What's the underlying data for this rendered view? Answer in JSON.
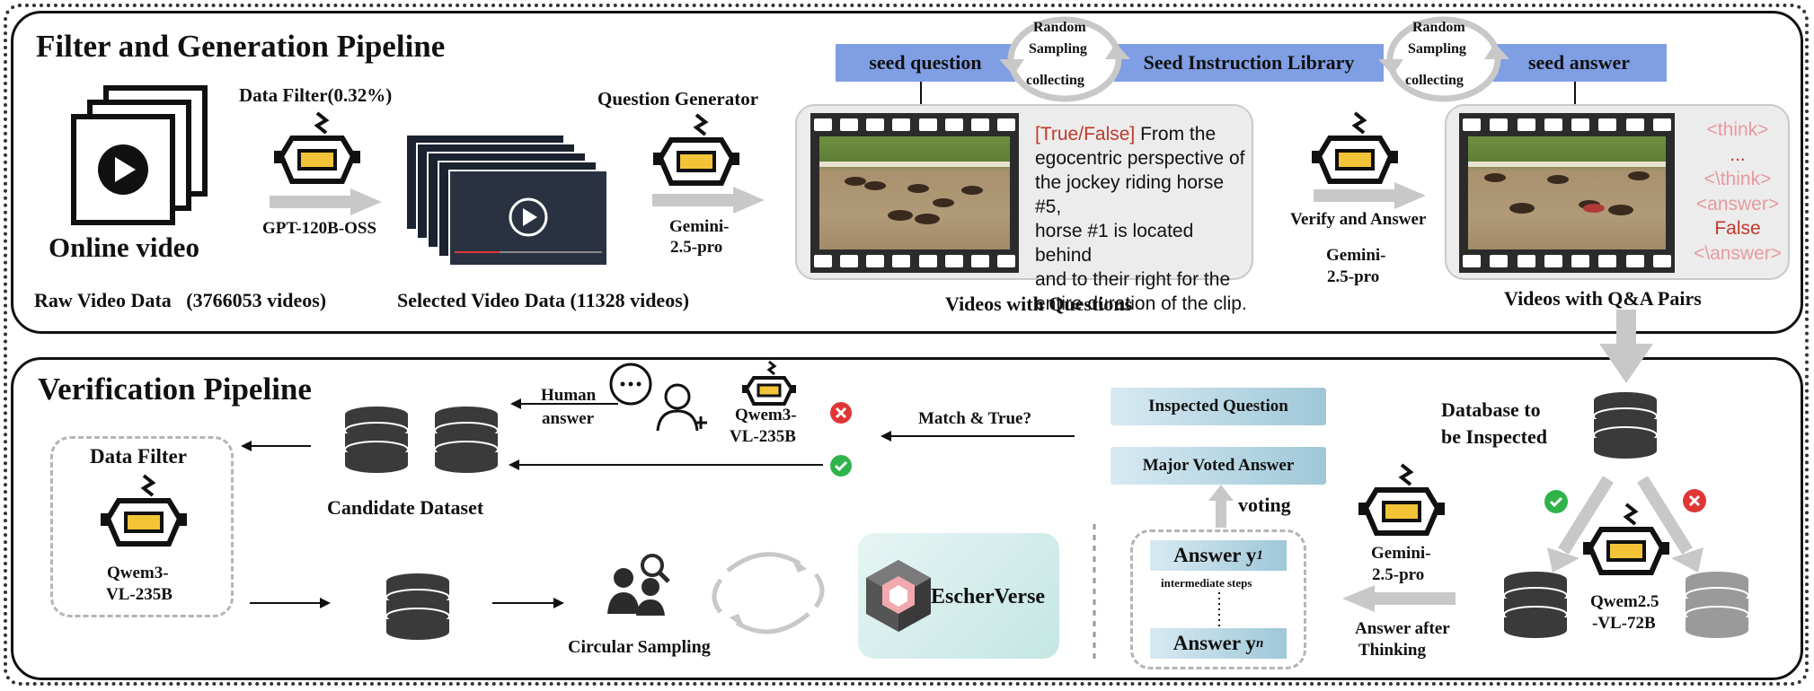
{
  "colors": {
    "pill_blue": "#7f9ee3",
    "arrow_gray": "#c8c8c8",
    "robot_yellow": "#f3c437",
    "tag_red": "#c0392b",
    "answer_pink": "#e89aa0",
    "check_green": "#2fb34a",
    "cross_red": "#e03636",
    "teal_box": "#9fc7d8"
  },
  "top": {
    "title": "Filter and Generation Pipeline",
    "online_video": "Online video",
    "raw_video": "Raw Video Data   (3766053 videos)",
    "data_filter": "Data Filter(0.32%)",
    "gpt_model": "GPT-120B-OSS",
    "selected_video": "Selected Video Data (11328 videos)",
    "question_generator": "Question Generator",
    "gemini_line1": "Gemini-",
    "gemini_line2": "2.5-pro",
    "seed_question": "seed question",
    "seed_library": "Seed Instruction Library",
    "seed_answer": "seed answer",
    "random1": "Random",
    "random2": "Sampling",
    "random3": "collecting",
    "question_tag": "[True/False]",
    "question_lines": [
      "From the",
      "egocentric perspective of",
      "the jockey riding horse #5,",
      "horse #1 is located behind",
      "and to their right for the",
      "entire duration of the clip."
    ],
    "videos_with_questions": "Videos with Questions",
    "verify_answer": "Verify and Answer",
    "verify_model1": "Gemini-",
    "verify_model2": "2.5-pro",
    "answer_lines": [
      "<think>",
      "...",
      "<\\think>",
      "<answer>",
      "False",
      "<\\answer>"
    ],
    "videos_qa": "Videos with Q&A Pairs"
  },
  "bottom": {
    "title": "Verification Pipeline",
    "human1": "Human",
    "human2": "answer",
    "qwem235_1": "Qwem3-",
    "qwem235_2": "VL-235B",
    "match_true": "Match & True?",
    "candidate": "Candidate Dataset",
    "data_filter": "Data Filter",
    "df_model1": "Qwem3-",
    "df_model2": "VL-235B",
    "circular": "Circular Sampling",
    "escher": "EscherVerse",
    "inspected_q": "Inspected Question",
    "major_voted": "Major Voted Answer",
    "voting": "voting",
    "answer_y1": "Answer y",
    "answer_y1_sub": "1",
    "intermediate": "intermediate steps",
    "answer_yn": "Answer y",
    "answer_yn_sub": "n",
    "db_inspected1": "Database to",
    "db_inspected2": "be Inspected",
    "gemini1": "Gemini-",
    "gemini2": "2.5-pro",
    "after1": "Answer after",
    "after2": "Thinking",
    "qwem72_1": "Qwem2.5",
    "qwem72_2": "-VL-72B"
  }
}
